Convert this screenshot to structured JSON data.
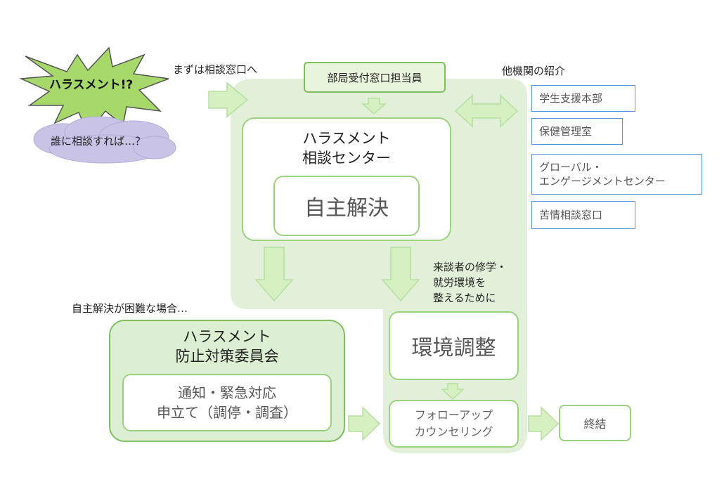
{
  "burst": {
    "label": "ハラスメント!?"
  },
  "cloud": {
    "label": "誰に相談すれば…？"
  },
  "labels": {
    "first_to_window": "まずは相談窓口へ",
    "other_agencies": "他機関の紹介",
    "difficult_case": "自主解決が困難な場合…",
    "env_note_1": "来談者の修学・",
    "env_note_2": "就労環境を",
    "env_note_3": "整えるために"
  },
  "reception": {
    "label": "部局受付窓口担当員"
  },
  "center": {
    "title_1": "ハラスメント",
    "title_2": "相談センター",
    "self_resolve": "自主解決"
  },
  "committee": {
    "title_1": "ハラスメント",
    "title_2": "防止対策委員会",
    "sub_1": "通知・緊急対応",
    "sub_2": "申立て（調停・調査）"
  },
  "env_adjust": {
    "label": "環境調整"
  },
  "followup": {
    "line_1": "フォローアップ",
    "line_2": "カウンセリング"
  },
  "conclusion": {
    "label": "終結"
  },
  "agencies": [
    {
      "label": "学生支援本部"
    },
    {
      "label": "保健管理室"
    },
    {
      "label": "グローバル・",
      "label_2": "エンゲージメントセンター"
    },
    {
      "label": "苦情相談窓口"
    }
  ],
  "colors": {
    "region_fill": "#e3f0d9",
    "outline_green": "#9bd27d",
    "arrow_fill": "#d6f0c2",
    "burst_fill": "#a6d96a",
    "cloud_fill": "#c9c3e6",
    "agency_border": "#5b8fd6",
    "committee_fill": "#dcefd2"
  }
}
